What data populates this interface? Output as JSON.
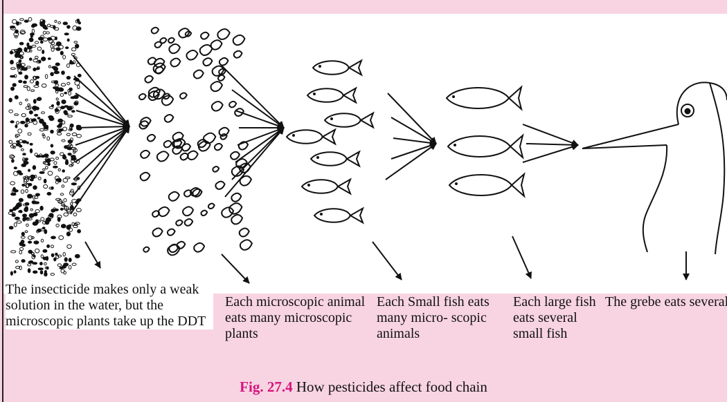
{
  "figure": {
    "label": "Fig. 27.4",
    "title": "How pesticides affect food chain"
  },
  "captions": [
    "The insecticide makes only a weak solution in the water, but the microscopic plants take up the DDT",
    "Each microscopic animal eats many microscopic plants",
    "Each Small fish eats many micro- scopic animals",
    "Each large fish eats several small fish",
    "The grebe eats several large fish"
  ],
  "colors": {
    "background": "#f8d4e2",
    "figure_label": "#d6147c",
    "ink": "#111111"
  }
}
